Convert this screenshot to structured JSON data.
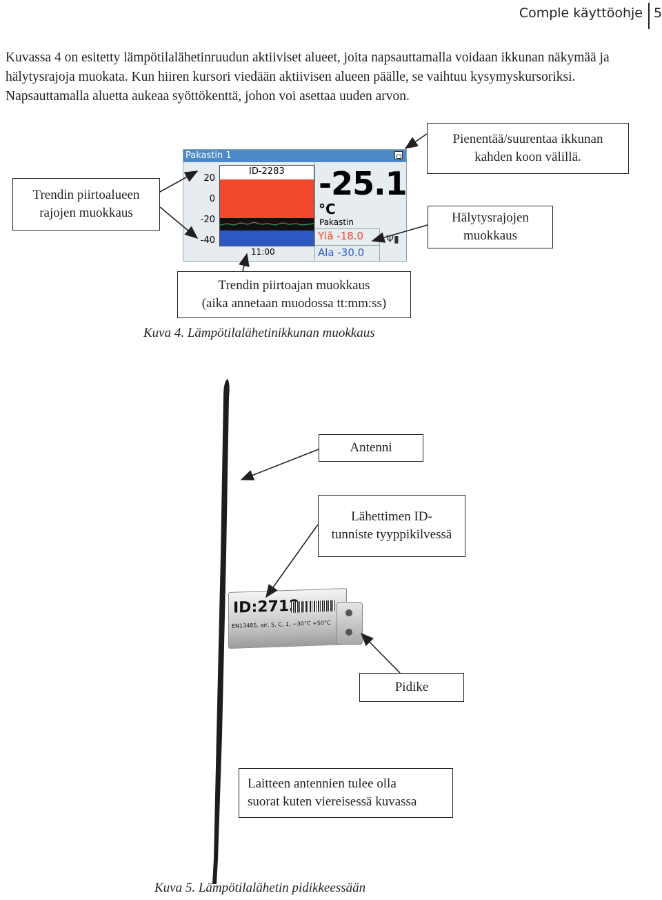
{
  "header": {
    "title": "Comple käyttöohje",
    "page_number": "5"
  },
  "intro_text": "Kuvassa 4 on esitetty lämpötilalähetinruudun aktiiviset alueet, joita napsauttamalla voidaan ikkunan näkymää ja hälytysrajoja muokata. Kun hiiren kursori viedään aktiivisen alueen päälle, se vaihtuu kysymyskursoriksi. Napsauttamalla aluetta aukeaa syöttökenttä, johon voi asettaa uuden arvon.",
  "figure4": {
    "callouts": {
      "resize": "Pienentää/suurentaa ikkunan\nkahden koon välillä.",
      "trend_limits": "Trendin piirtoalueen\nrajojen muokkaus",
      "alarm_limits": "Hälytysrajojen\nmuokkaus",
      "trend_time": "Trendin piirtoajan muokkaus\n(aika annetaan muodossa tt:mm:ss)"
    },
    "caption": "Kuva 4. Lämpötilalähetinikkunan muokkaus",
    "widget": {
      "title": "Pakastin 1",
      "id": "ID-2283",
      "y_ticks": [
        "20",
        "0",
        "-20",
        "-40"
      ],
      "x_tick": "11:00",
      "value": "-25.1",
      "unit": "°C",
      "name": "Pakastin",
      "upper_limit": "Ylä -18.0",
      "lower_limit": "Ala -30.0",
      "colors": {
        "titlebar": "#4d89c7",
        "alarm_high": "#ef4a2e",
        "alarm_low": "#2c58c4",
        "trend_line": "#2e8b57"
      }
    }
  },
  "figure5": {
    "callouts": {
      "antenna": "Antenni",
      "id_label": "Lähettimen ID-\ntunniste tyyppikilvessä",
      "holder": "Pidike",
      "note": "Laitteen antennien tulee olla\nsuorat kuten viereisessä kuvassa"
    },
    "device": {
      "id_label": "ID:2712",
      "spec": "EN13485, air, S, C, 1, −30°C +50°C"
    },
    "caption": "Kuva 5. Lämpötilalähetin pidikkeessään"
  }
}
